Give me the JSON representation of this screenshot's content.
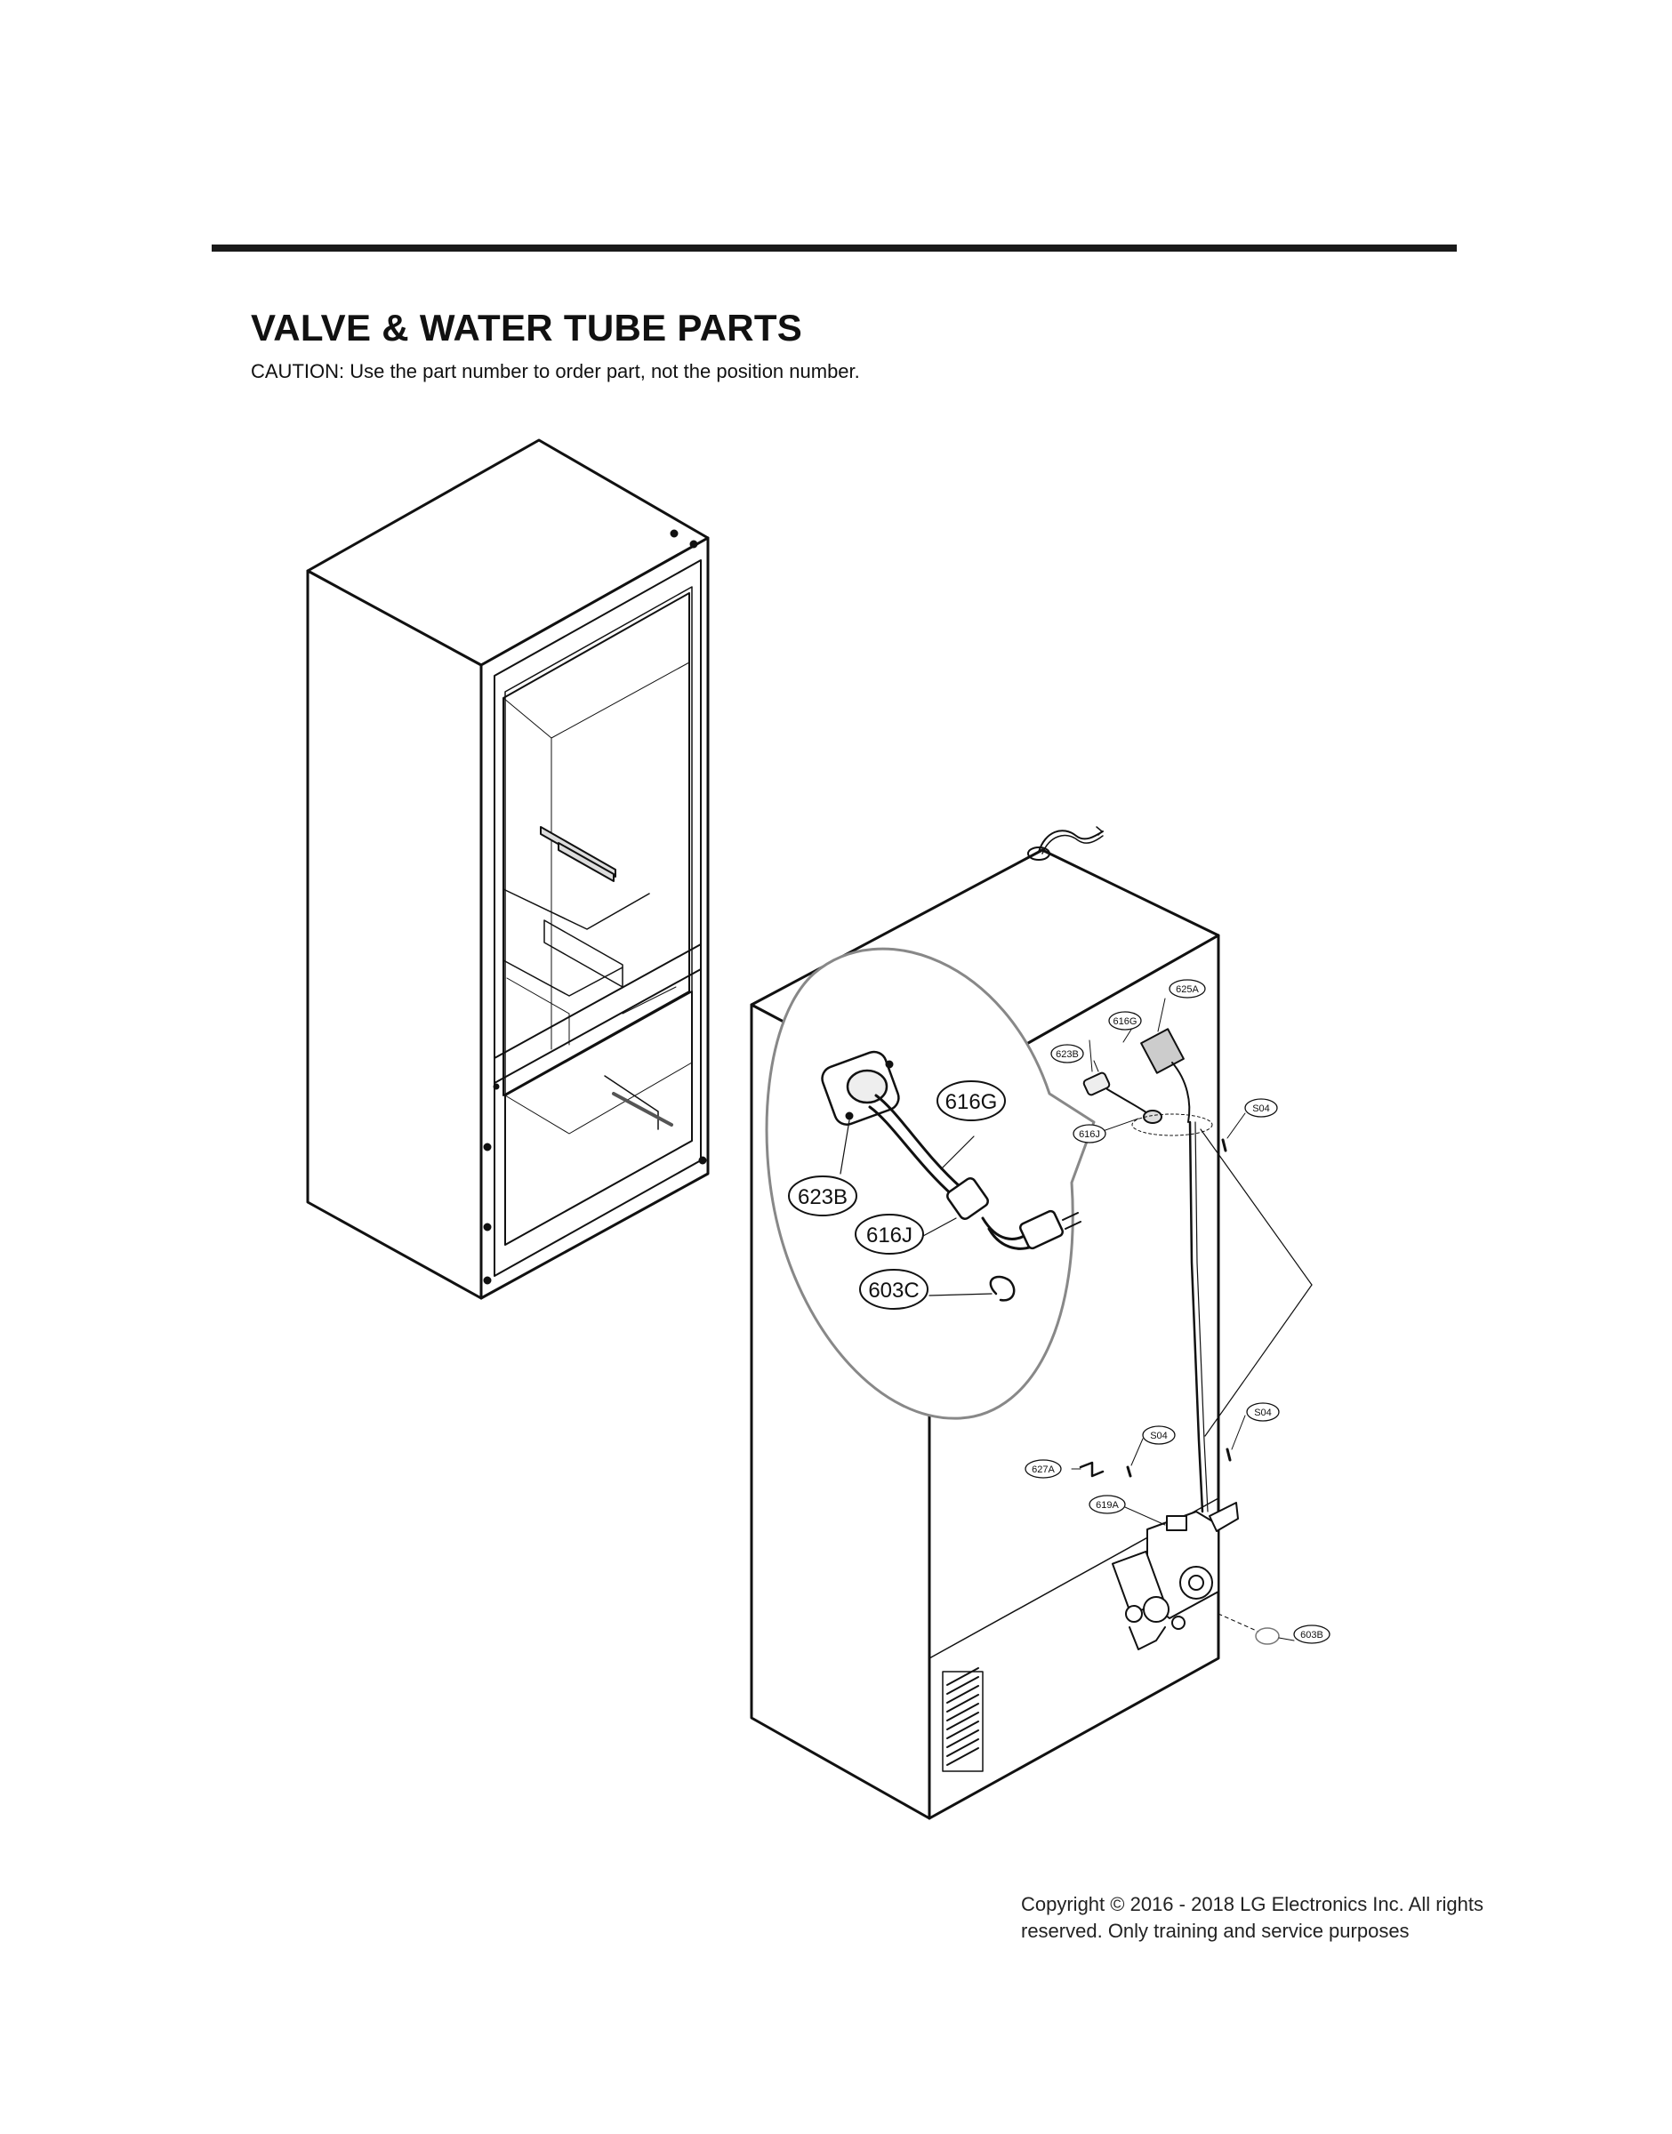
{
  "header": {
    "title": "VALVE & WATER TUBE PARTS",
    "caution": "CAUTION: Use the part number to order part, not the position number."
  },
  "callouts_detail": [
    {
      "id": "616G"
    },
    {
      "id": "623B"
    },
    {
      "id": "616J"
    },
    {
      "id": "603C"
    }
  ],
  "callouts_main": [
    {
      "id": "625A"
    },
    {
      "id": "616G"
    },
    {
      "id": "623B"
    },
    {
      "id": "616J"
    },
    {
      "id": "S04"
    },
    {
      "id": "S04"
    },
    {
      "id": "S04"
    },
    {
      "id": "627A"
    },
    {
      "id": "619A"
    },
    {
      "id": "603B"
    }
  ],
  "footer": {
    "copyright_line1": "Copyright © 2016 - 2018 LG Electronics Inc. All rights",
    "copyright_line2": "reserved. Only training and service purposes"
  }
}
